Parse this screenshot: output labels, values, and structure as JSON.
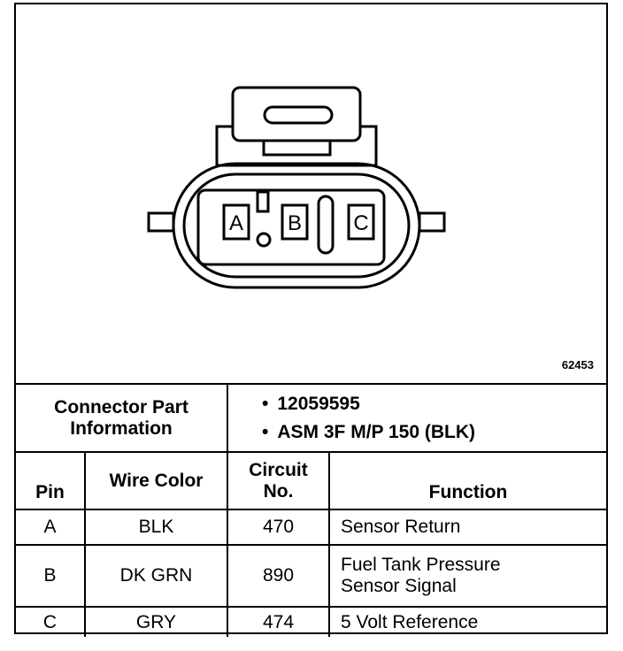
{
  "figure_id": "62453",
  "connector": {
    "pins": [
      "A",
      "B",
      "C"
    ]
  },
  "part_info": {
    "label_line1": "Connector Part",
    "label_line2": "Information",
    "items": [
      "12059595",
      "ASM 3F M/P 150 (BLK)"
    ]
  },
  "table": {
    "headers": {
      "pin": "Pin",
      "wire_color": "Wire Color",
      "circuit_line1": "Circuit",
      "circuit_line2": "No.",
      "function": "Function"
    },
    "rows": [
      {
        "pin": "A",
        "wire_color": "BLK",
        "circuit": "470",
        "function_line1": "Sensor Return",
        "function_line2": ""
      },
      {
        "pin": "B",
        "wire_color": "DK GRN",
        "circuit": "890",
        "function_line1": "Fuel Tank Pressure",
        "function_line2": "Sensor Signal"
      },
      {
        "pin": "C",
        "wire_color": "GRY",
        "circuit": "474",
        "function_line1": "5 Volt Reference",
        "function_line2": ""
      }
    ]
  }
}
